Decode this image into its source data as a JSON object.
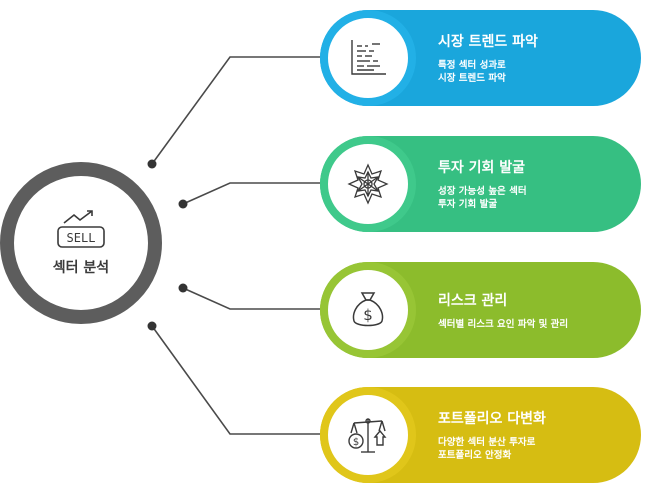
{
  "center": {
    "icon_text": "SELL",
    "title": "섹터 분석",
    "color": "#5d5d5d"
  },
  "items": [
    {
      "title": "시장 트렌드 파악",
      "desc_line1": "특정 섹터 성과로",
      "desc_line2": "시장 트렌드 파악",
      "icon": "trend-chart-icon",
      "color": "#1aa6dc",
      "ring_color": "#22b0e6"
    },
    {
      "title": "투자 기회 발굴",
      "desc_line1": "성장 가능성 높은 섹터",
      "desc_line2": "투자 기회 발굴",
      "icon": "opportunity-star-icon",
      "color": "#36bf82",
      "ring_color": "#3fc98b"
    },
    {
      "title": "리스크 관리",
      "desc_line1": "섹터별 리스크 요인 파악 및 관리",
      "desc_line2": "",
      "icon": "money-bag-icon",
      "color": "#8cbc2c",
      "ring_color": "#97c535"
    },
    {
      "title": "포트폴리오 다변화",
      "desc_line1": "다양한 섹터 분산 투자로",
      "desc_line2": "포트폴리오 안정화",
      "icon": "balance-scale-icon",
      "color": "#d6bd12",
      "ring_color": "#e0c61a"
    }
  ]
}
